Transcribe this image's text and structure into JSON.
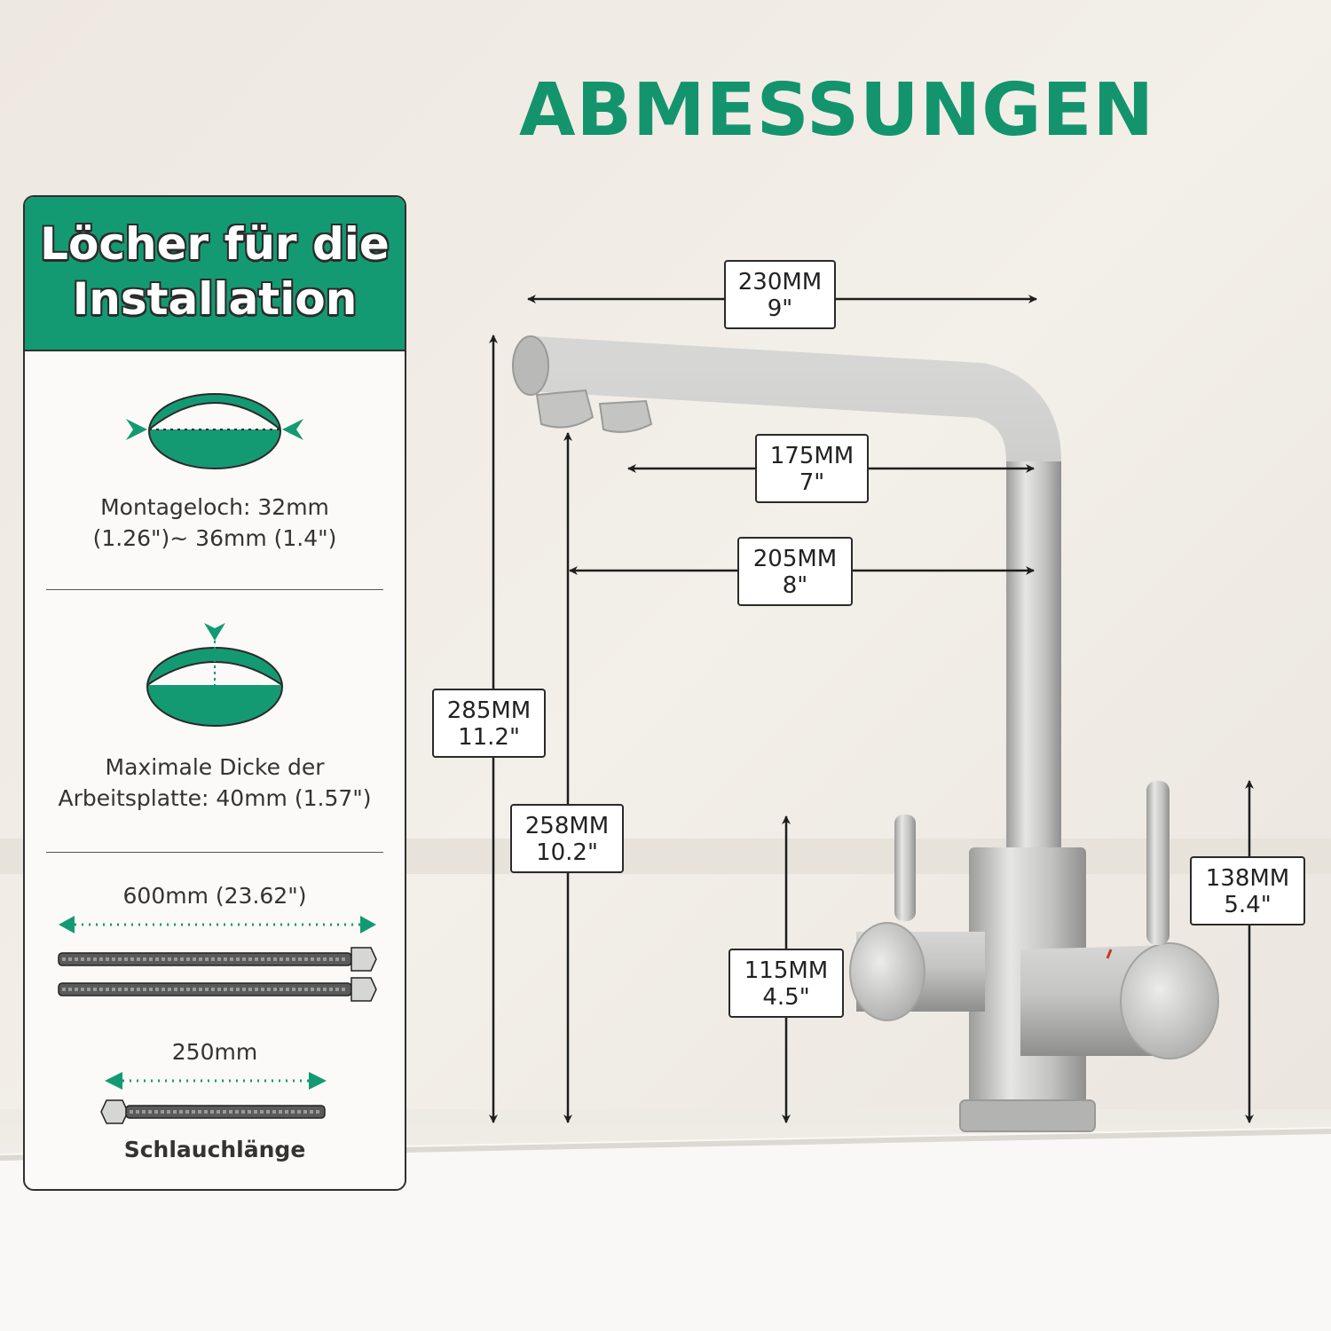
{
  "title": "ABMESSUNGEN",
  "colors": {
    "brand_green": "#149a72",
    "title_green": "#13946d",
    "outline": "#2a2a2a",
    "background": "#f1ede6",
    "steel": "#c9c9c7"
  },
  "panel": {
    "heading_line1": "Löcher für die",
    "heading_line2": "Installation",
    "mounting_hole_line1": "Montageloch: 32mm",
    "mounting_hole_line2": "(1.26\")~ 36mm (1.4\")",
    "thickness_line1": "Maximale Dicke der",
    "thickness_line2": "Arbeitsplatte: 40mm (1.57\")",
    "hose_long": "600mm (23.62\")",
    "hose_short": "250mm",
    "hose_caption": "Schlauchlänge",
    "icons": [
      "mounting-hole-icon",
      "countertop-thickness-icon",
      "hose-long-icon",
      "hose-short-icon"
    ]
  },
  "dimensions": {
    "d230": {
      "mm": "230MM",
      "inch": "9\""
    },
    "d175": {
      "mm": "175MM",
      "inch": "7\""
    },
    "d205": {
      "mm": "205MM",
      "inch": "8\""
    },
    "d285": {
      "mm": "285MM",
      "inch": "11.2\""
    },
    "d258": {
      "mm": "258MM",
      "inch": "10.2\""
    },
    "d115": {
      "mm": "115MM",
      "inch": "4.5\""
    },
    "d138": {
      "mm": "138MM",
      "inch": "5.4\""
    }
  }
}
